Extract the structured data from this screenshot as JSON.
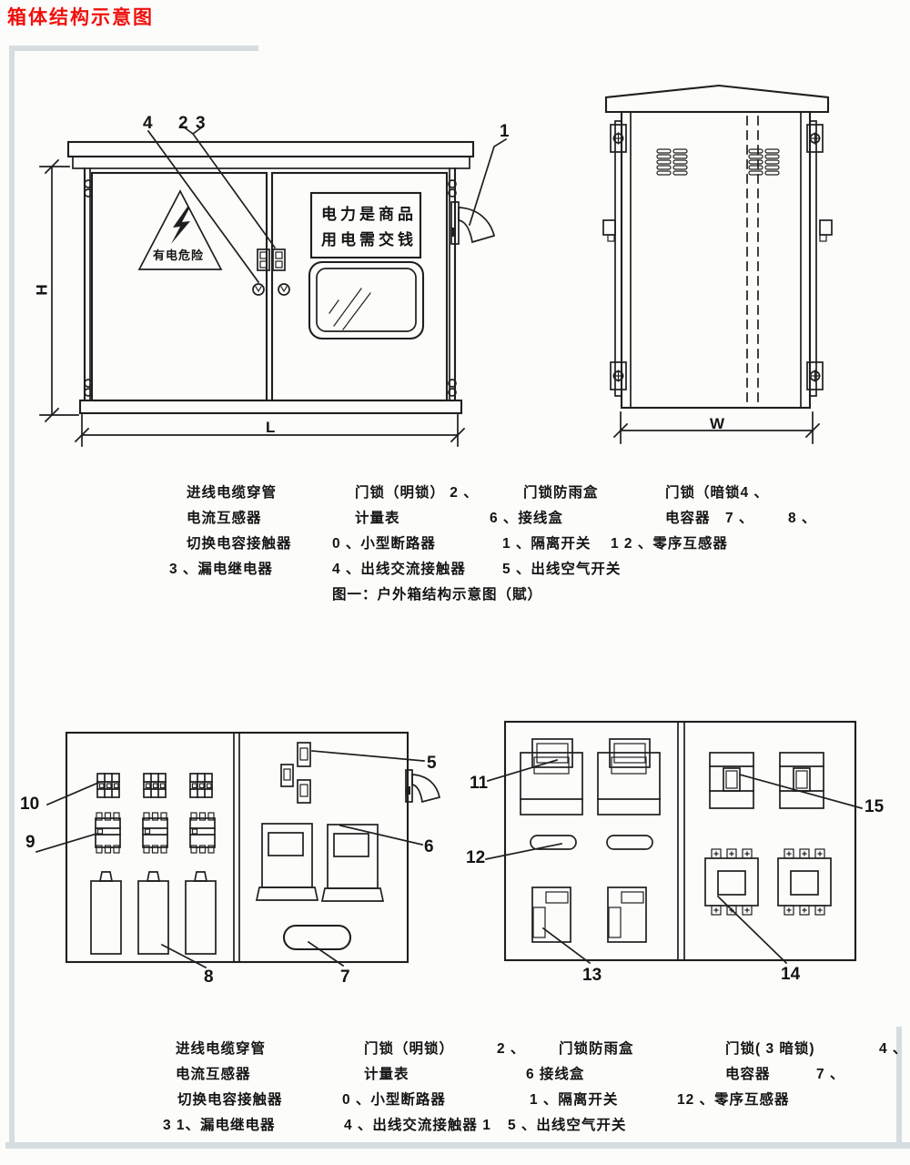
{
  "title": "箱体结构示意图",
  "colors": {
    "title_red": "#ee100d",
    "line": "#1f1f1f",
    "frame_grey": "#d6dde0",
    "background": "#fcfcfa"
  },
  "figure1": {
    "front": {
      "warning": "有电危险",
      "sign_line1": "电力是商品",
      "sign_line2": "用电需交钱"
    },
    "dims": {
      "height": "H",
      "length": "L",
      "width": "W"
    },
    "callouts": {
      "n1": "1",
      "n2": "2",
      "n3": "3",
      "n4": "4"
    },
    "legend": {
      "r1": [
        "进线电缆穿管",
        "门锁（明锁） 2 、",
        "门锁防雨盒",
        "门锁（暗锁4 、"
      ],
      "r2": [
        "电流互感器",
        "计量表",
        "6 、接线盒",
        "电容器　7 、",
        "8 、"
      ],
      "r3": [
        "切换电容接触器",
        "0 、小型断路器",
        "1 、隔离开关",
        "1 2 、零序互感器"
      ],
      "r4": [
        "3 、漏电继电器",
        "4 、出线交流接触器",
        "5 、出线空气开关"
      ],
      "caption": "图一：户外箱结构示意图（賦）"
    }
  },
  "figure2": {
    "callouts": {
      "n5": "5",
      "n6": "6",
      "n7": "7",
      "n8": "8",
      "n9": "9",
      "n10": "10",
      "n11": "11",
      "n12": "12",
      "n13": "13",
      "n14": "14",
      "n15": "15"
    },
    "legend": {
      "r1": [
        "进线电缆穿管",
        "门锁（明锁）",
        "2 、",
        "门锁防雨盒",
        "门锁( 3 暗锁)",
        "4 、"
      ],
      "r2": [
        "电流互感器",
        "计量表",
        "6  接线盒",
        "电容器",
        "7 、"
      ],
      "r3": [
        "切换电容接触器",
        "0 、小型断路器",
        "1 、隔离开关",
        "12 、零序互感器"
      ],
      "r4": [
        "3 1、漏电继电器",
        "4 、出线交流接触器 1",
        "5 、出线空气开关"
      ]
    }
  }
}
